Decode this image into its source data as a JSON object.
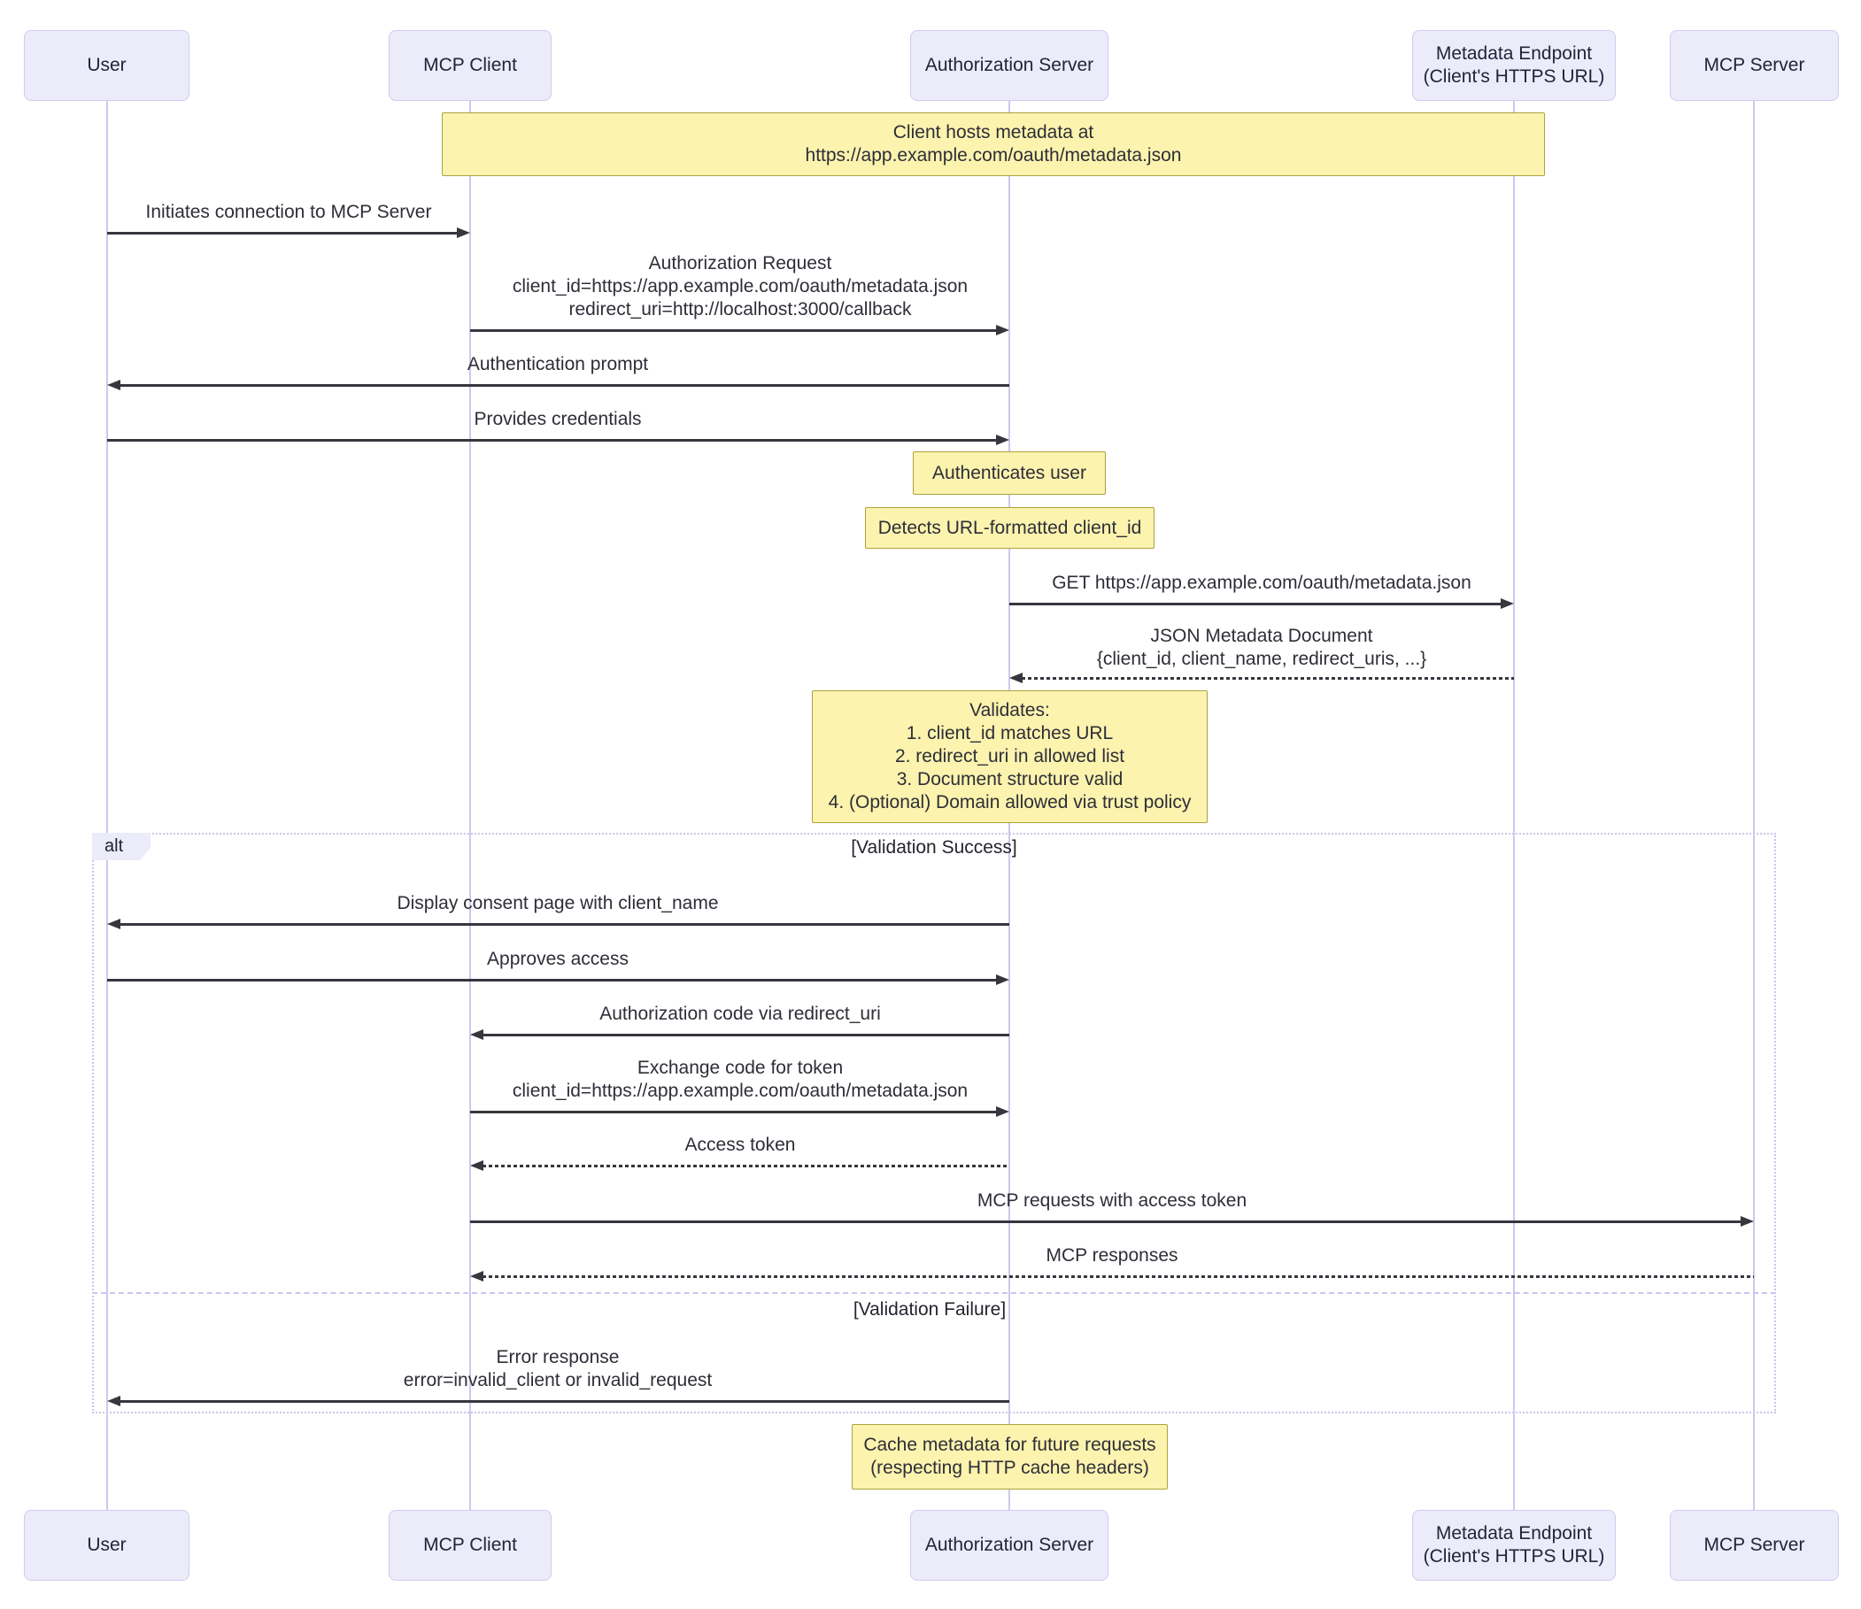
{
  "colors": {
    "background": "#ffffff",
    "actor_fill": "#ECEBFA",
    "actor_border": "#CFCBF0",
    "lifeline": "#CCC8EE",
    "note_fill": "#FBF3AE",
    "note_border": "#ABA23B",
    "arrow": "#36363E",
    "text": "#2E2E38",
    "frame_border": "#CBC5EC"
  },
  "actors": [
    {
      "id": "user",
      "lines": [
        "User"
      ]
    },
    {
      "id": "mcp-client",
      "lines": [
        "MCP Client"
      ]
    },
    {
      "id": "authorization-server",
      "lines": [
        "Authorization Server"
      ]
    },
    {
      "id": "metadata-endpoint",
      "lines": [
        "Metadata Endpoint",
        "(Client's HTTPS URL)"
      ]
    },
    {
      "id": "mcp-server",
      "lines": [
        "MCP Server"
      ]
    }
  ],
  "notes": [
    {
      "over": "MCP Client, Metadata Endpoint",
      "lines": [
        "Client hosts metadata at",
        "https://app.example.com/oauth/metadata.json"
      ]
    },
    {
      "over": "Authorization Server",
      "lines": [
        "Authenticates user"
      ]
    },
    {
      "over": "Authorization Server",
      "lines": [
        "Detects URL-formatted client_id"
      ]
    },
    {
      "over": "Authorization Server",
      "lines": [
        "Validates:",
        "1. client_id matches URL",
        "2. redirect_uri in allowed list",
        "3. Document structure valid",
        "4. (Optional) Domain allowed via trust policy"
      ]
    },
    {
      "over": "Authorization Server",
      "lines": [
        "Cache metadata for future requests",
        "(respecting HTTP cache headers)"
      ]
    }
  ],
  "messages": [
    {
      "from": "User",
      "to": "MCP Client",
      "type": "solid",
      "lines": [
        "Initiates connection to MCP Server"
      ]
    },
    {
      "from": "MCP Client",
      "to": "Authorization Server",
      "type": "solid",
      "lines": [
        "Authorization Request",
        "client_id=https://app.example.com/oauth/metadata.json",
        "redirect_uri=http://localhost:3000/callback"
      ]
    },
    {
      "from": "Authorization Server",
      "to": "User",
      "type": "solid",
      "lines": [
        "Authentication prompt"
      ]
    },
    {
      "from": "User",
      "to": "Authorization Server",
      "type": "solid",
      "lines": [
        "Provides credentials"
      ]
    },
    {
      "from": "Authorization Server",
      "to": "Metadata Endpoint",
      "type": "solid",
      "lines": [
        "GET https://app.example.com/oauth/metadata.json"
      ]
    },
    {
      "from": "Metadata Endpoint",
      "to": "Authorization Server",
      "type": "dashed",
      "lines": [
        "JSON Metadata Document",
        "{client_id, client_name, redirect_uris, ...}"
      ]
    },
    {
      "from": "Authorization Server",
      "to": "User",
      "type": "solid",
      "lines": [
        "Display consent page with client_name"
      ]
    },
    {
      "from": "User",
      "to": "Authorization Server",
      "type": "solid",
      "lines": [
        "Approves access"
      ]
    },
    {
      "from": "Authorization Server",
      "to": "MCP Client",
      "type": "solid",
      "lines": [
        "Authorization code via redirect_uri"
      ]
    },
    {
      "from": "MCP Client",
      "to": "Authorization Server",
      "type": "solid",
      "lines": [
        "Exchange code for token",
        "client_id=https://app.example.com/oauth/metadata.json"
      ]
    },
    {
      "from": "Authorization Server",
      "to": "MCP Client",
      "type": "dashed",
      "lines": [
        "Access token"
      ]
    },
    {
      "from": "MCP Client",
      "to": "MCP Server",
      "type": "solid",
      "lines": [
        "MCP requests with access token"
      ]
    },
    {
      "from": "MCP Server",
      "to": "MCP Client",
      "type": "dashed",
      "lines": [
        "MCP responses"
      ]
    },
    {
      "from": "Authorization Server",
      "to": "User",
      "type": "solid",
      "lines": [
        "Error response",
        "error=invalid_client or invalid_request"
      ]
    }
  ],
  "alt": {
    "label": "alt",
    "sections": [
      {
        "condition": "[Validation Success]"
      },
      {
        "condition": "[Validation Failure]"
      }
    ]
  }
}
